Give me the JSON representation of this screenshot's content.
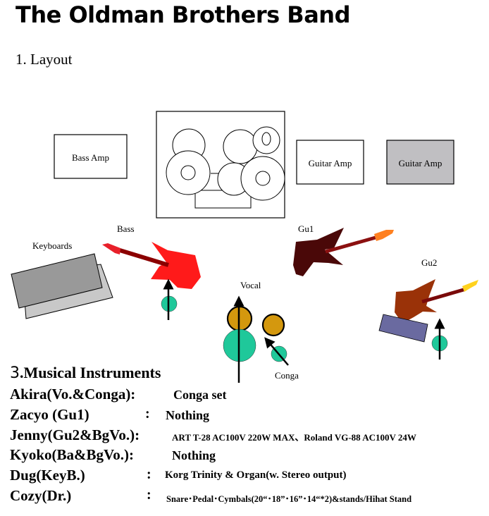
{
  "document": {
    "title": "The Oldman Brothers Band",
    "section1_heading": "1. Layout",
    "section3_heading_num": "3",
    "section3_heading_text": ".Musical Instruments"
  },
  "layout": {
    "labels": {
      "bass_amp": "Bass Amp",
      "guitar_amp_1": "Guitar Amp",
      "guitar_amp_2": "Guitar Amp",
      "keyboards": "Keyboards",
      "bass": "Bass",
      "gu1": "Gu1",
      "gu2": "Gu2",
      "vocal": "Vocal",
      "conga": "Conga"
    },
    "colors": {
      "bass_body": "#ff1a1a",
      "bass_neck": "#8b0000",
      "bass_head": "#e8202a",
      "gu1_body": "#4a0808",
      "gu1_neck": "#8b1010",
      "gu1_head": "#ff8020",
      "gu2_body": "#9a3208",
      "gu2_neck": "#7a0a0a",
      "gu2_head": "#ffd21e",
      "keyboard_front": "#999999",
      "keyboard_back": "#c8c8c8",
      "gu2_pedalboard": "#6a6aa0",
      "performer": "#1fc89a",
      "conga_drum": "#d4980e",
      "guitar_amp_2_fill": "#c0bfc2"
    }
  },
  "instruments": [
    {
      "member": "Akira(Vo.&Conga):",
      "colon": "",
      "item": "Conga set"
    },
    {
      "member": "Zacyo (Gu1)",
      "colon": ":",
      "item": "Nothing"
    },
    {
      "member": "Jenny(Gu2&BgVo.):",
      "colon": "",
      "item": "ART T-28 AC100V 220W MAX、Roland VG-88 AC100V 24W"
    },
    {
      "member": "Kyoko(Ba&BgVo.):",
      "colon": "",
      "item": "Nothing"
    },
    {
      "member": "Dug(KeyB.)",
      "colon": ":",
      "item": "Korg Trinity & Organ(w. Stereo output)"
    },
    {
      "member": "Cozy(Dr.)",
      "colon": ":",
      "item": "Snare･Pedal･Cymbals(20“･18”･16”･14“*2)&stands/Hihat Stand"
    }
  ]
}
